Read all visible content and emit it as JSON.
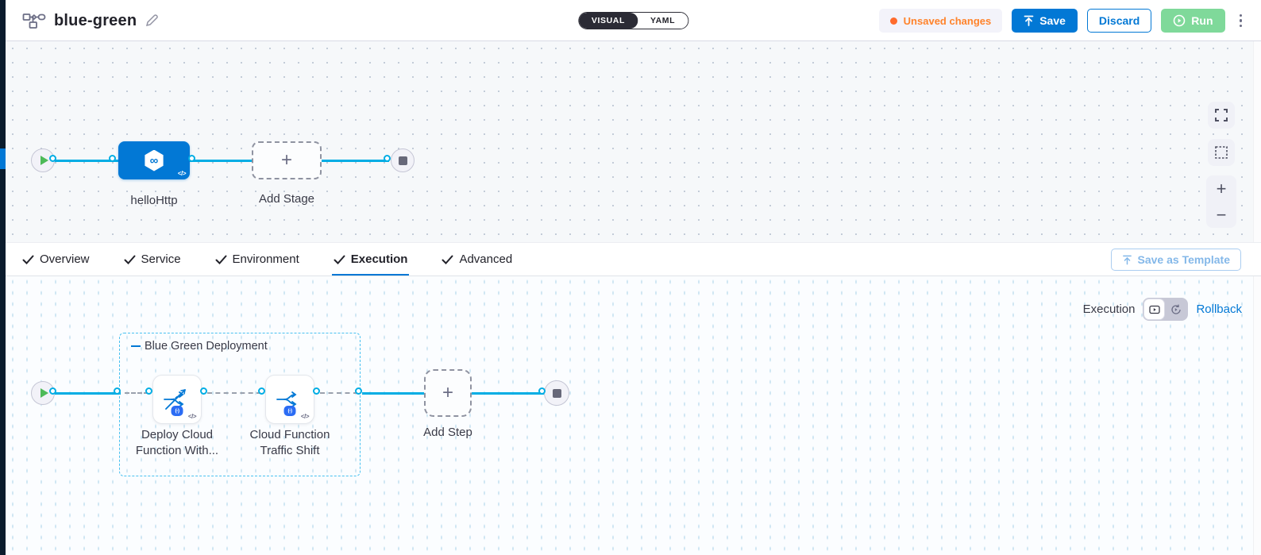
{
  "header": {
    "title": "blue-green",
    "view_toggle": {
      "visual": "VISUAL",
      "yaml": "YAML",
      "selected": "VISUAL"
    },
    "unsaved_changes": "Unsaved changes",
    "save": "Save",
    "discard": "Discard",
    "run": "Run"
  },
  "stage_canvas": {
    "stage_name": "helloHttp",
    "add_stage": "Add Stage",
    "zoom_in": "+",
    "zoom_out": "−"
  },
  "tabs": {
    "items": [
      {
        "label": "Overview"
      },
      {
        "label": "Service"
      },
      {
        "label": "Environment"
      },
      {
        "label": "Execution"
      },
      {
        "label": "Advanced"
      }
    ],
    "active": "Execution",
    "save_as_template": "Save as Template"
  },
  "execution_canvas": {
    "mode_label": "Execution",
    "rollback": "Rollback",
    "group_title": "Blue Green Deployment",
    "steps": [
      {
        "line1": "Deploy Cloud",
        "line2": "Function With..."
      },
      {
        "line1": "Cloud Function",
        "line2": "Traffic Shift"
      }
    ],
    "add_step": "Add Step"
  },
  "icons": {
    "pipeline": "flowchart",
    "edit": "pencil",
    "save": "upload-arrow",
    "run": "play-circle",
    "more": "kebab-dots",
    "tab_check": "checkmark",
    "fullscreen": "expand-corners",
    "selection": "dashed-square",
    "stage_icon": "cd-hexagon-infinity",
    "code_badge": "</>",
    "fn_badge": "(-)",
    "infinity": "∞",
    "step_deploy": "traffic-shift-with-slash",
    "step_traffic_shift": "traffic-split-arrows",
    "start_node": "play-triangle",
    "end_node": "stop-square",
    "execution_view": "play-rect",
    "rollback_view": "play-circular-arrow"
  },
  "colors": {
    "accent": "#0278d5",
    "connector": "#00ade4",
    "unsaved_text": "#ff832b",
    "unsaved_dot": "#ff6b2c",
    "run_bg": "#7fd99a",
    "nav_strip": "#0a1b2c",
    "group_border": "#49c1f0",
    "save_as_template_text": "#84b8e9"
  }
}
